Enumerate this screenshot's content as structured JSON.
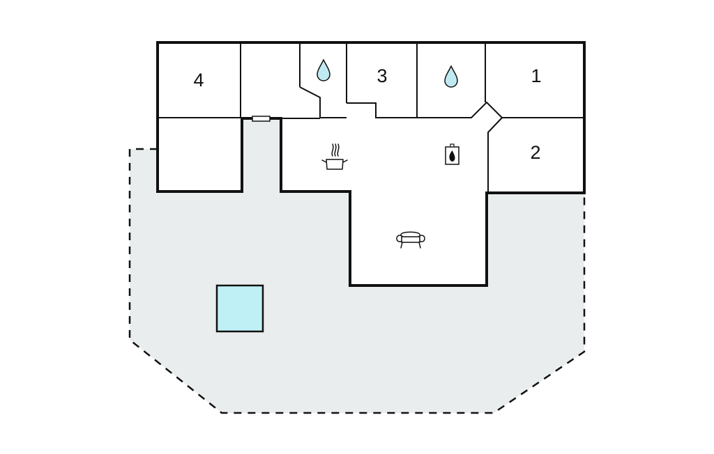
{
  "colors": {
    "terrace_fill": "#e9eded",
    "pool_fill": "#bff0f5",
    "water_fill": "#bfeaf2",
    "wall": "#111111",
    "room_fill": "#ffffff"
  },
  "rooms": [
    {
      "id": "bedroom-4",
      "label": "4"
    },
    {
      "id": "bedroom-3",
      "label": "3"
    },
    {
      "id": "bedroom-1",
      "label": "1"
    },
    {
      "id": "bedroom-2",
      "label": "2"
    }
  ],
  "icons": [
    {
      "id": "bathroom-water",
      "name": "water-drop-icon"
    },
    {
      "id": "bathroom-water-2",
      "name": "water-drop-icon"
    },
    {
      "id": "kitchen",
      "name": "cooking-pot-icon"
    },
    {
      "id": "fireplace",
      "name": "fireplace-icon"
    },
    {
      "id": "living",
      "name": "sofa-icon"
    }
  ]
}
